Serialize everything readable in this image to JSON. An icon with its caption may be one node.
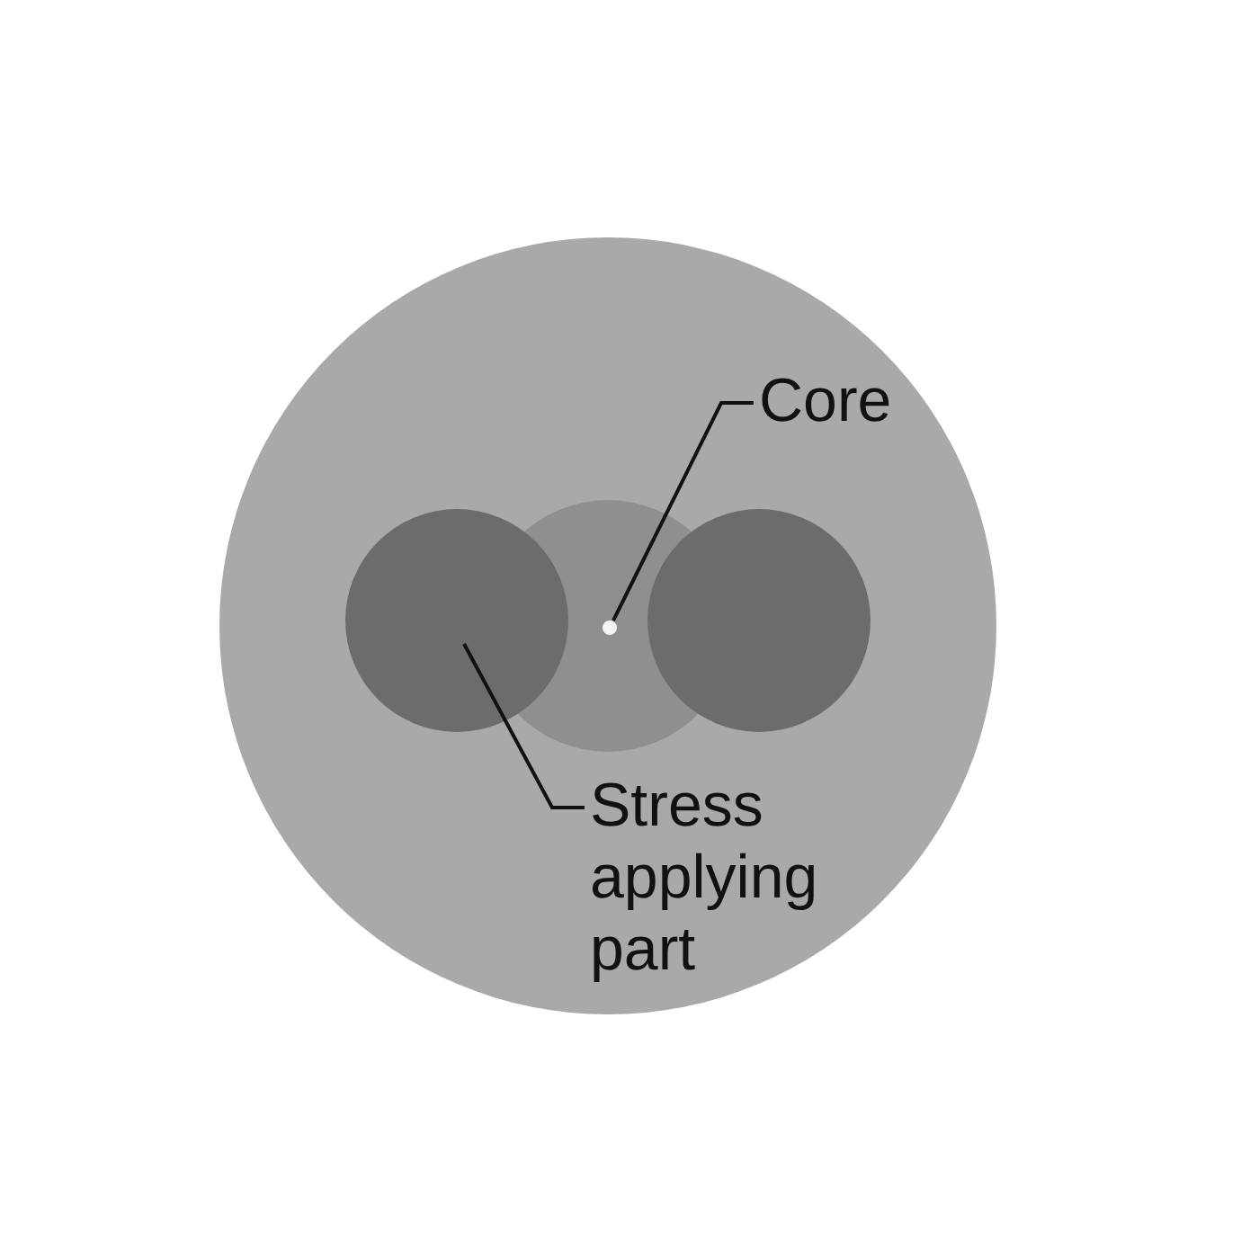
{
  "diagram": {
    "nodes": [
      {
        "text": [
          "Core"
        ]
      },
      {
        "text": [],
        "shape": "circle"
      },
      {
        "text": [
          "Stress applying part"
        ]
      },
      {
        "text": [],
        "shape": "circle"
      }
    ],
    "edges": [
      {
        "from": 0,
        "to": 3,
        "arrow": "none"
      },
      {
        "from": 2,
        "to": 1,
        "arrow": "none"
      }
    ]
  }
}
